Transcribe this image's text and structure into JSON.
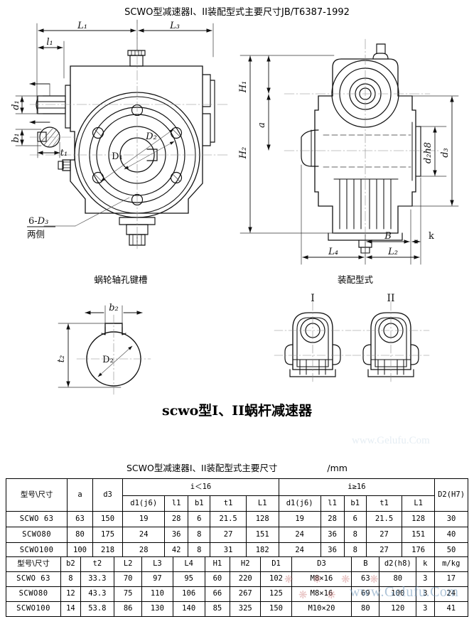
{
  "titles": {
    "top": "SCWO型减速器I、II装配型式主要尺寸JB/T6387-1992",
    "middle": "scwo型I、II蜗杆减速器",
    "table_section": "SCWO型减速器I、II装配型式主要尺寸",
    "table_unit": "/mm"
  },
  "captions": {
    "keyway": "蜗轮轴孔键槽",
    "assembly": "装配型式"
  },
  "drawing_labels": {
    "L1": "L₁",
    "L3": "L₃",
    "l1": "l₁",
    "d1": "d₁",
    "b1": "b₁",
    "t1": "t₁",
    "D1": "D₁",
    "D2": "D₂",
    "hole_note_line1": "6-D₃",
    "hole_note_line2": "两侧",
    "H1": "H₁",
    "H2": "H₂",
    "a": "a",
    "d2h8": "d₂h8",
    "d3": "d₃",
    "B": "B",
    "k": "k",
    "L4": "L₄",
    "L2": "L₂",
    "b2": "b₂",
    "t2": "t₂",
    "D2_keyway": "D₂",
    "assembly_I": "I",
    "assembly_II": "II"
  },
  "table1": {
    "group_headers": {
      "model": "型号\\尺寸",
      "a": "a",
      "d3": "d3",
      "i_lt_16": "i＜16",
      "i_ge_16": "i≥16",
      "D2_H7": "D2(H7)"
    },
    "sub_headers_lt": [
      "d1(j6)",
      "l1",
      "b1",
      "t1",
      "L1"
    ],
    "sub_headers_ge": [
      "d1(j6)",
      "l1",
      "b1",
      "t1",
      "L1"
    ],
    "rows": [
      {
        "model": "SCWO 63",
        "a": "63",
        "d3": "150",
        "lt16": [
          "19",
          "28",
          "6",
          "21.5",
          "128"
        ],
        "ge16": [
          "19",
          "28",
          "6",
          "21.5",
          "128"
        ],
        "D2": "30"
      },
      {
        "model": "SCWO80",
        "a": "80",
        "d3": "175",
        "lt16": [
          "24",
          "36",
          "8",
          "27",
          "151"
        ],
        "ge16": [
          "24",
          "36",
          "8",
          "27",
          "151"
        ],
        "D2": "40"
      },
      {
        "model": "SCWO100",
        "a": "100",
        "d3": "218",
        "lt16": [
          "28",
          "42",
          "8",
          "31",
          "182"
        ],
        "ge16": [
          "24",
          "36",
          "8",
          "27",
          "176"
        ],
        "D2": "50"
      }
    ]
  },
  "table2": {
    "headers": [
      "型号\\尺寸",
      "b2",
      "t2",
      "L2",
      "L3",
      "L4",
      "H1",
      "H2",
      "D1",
      "D3",
      "B",
      "d2(h8)",
      "k",
      "m/kg"
    ],
    "rows": [
      [
        "SCWO 63",
        "8",
        "33.3",
        "70",
        "97",
        "95",
        "60",
        "220",
        "102",
        "M8×16",
        "63",
        "80",
        "3",
        "17"
      ],
      [
        "SCWO80",
        "12",
        "43.3",
        "75",
        "110",
        "106",
        "66",
        "267",
        "125",
        "M8×16",
        "69",
        "100",
        "3",
        "24"
      ],
      [
        "SCWO100",
        "14",
        "53.8",
        "86",
        "130",
        "140",
        "85",
        "325",
        "150",
        "M10×20",
        "80",
        "120",
        "3",
        "41"
      ]
    ]
  },
  "watermarks": {
    "main": "www.Gelufu.Com",
    "faint": "www.Gelufu.Com"
  },
  "colors": {
    "line": "#1a1a1a",
    "thin": "#555555",
    "center": "#777777",
    "watermark": "#6e96b9"
  }
}
